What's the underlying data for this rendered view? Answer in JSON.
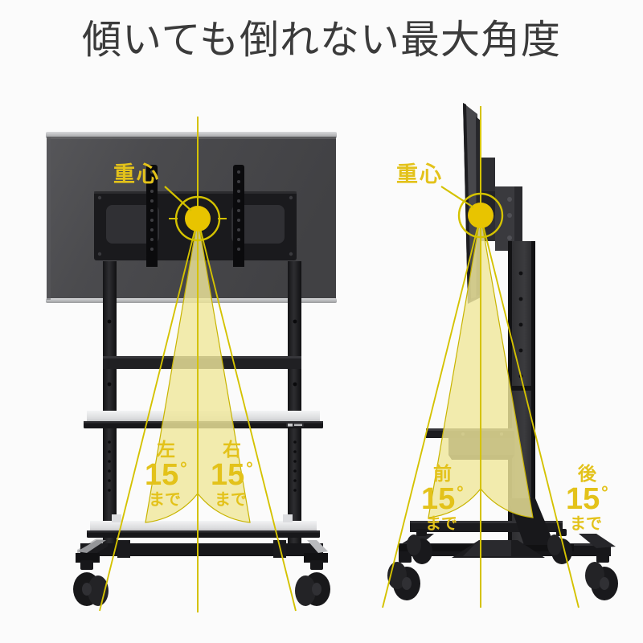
{
  "page": {
    "title": "傾いても倒れない最大角度",
    "background_color": "#fbfbfb",
    "title_color": "#3b3b3b"
  },
  "colors": {
    "accent_yellow": "#e3c21a",
    "cone_fill": "#efe79b",
    "line_yellow": "#d4c200",
    "tv_back": "#4a4a4c",
    "frame_black": "#1c1c1e",
    "shelf_light": "#e9eaec",
    "caster_black": "#18181a"
  },
  "front_view": {
    "name": "front-elevation",
    "center_of_gravity_label": "重心",
    "tilt_left": {
      "direction": "左",
      "angle": "15",
      "degree_symbol": "°",
      "suffix": "まで"
    },
    "tilt_right": {
      "direction": "右",
      "angle": "15",
      "degree_symbol": "°",
      "suffix": "まで"
    }
  },
  "side_view": {
    "name": "side-elevation",
    "center_of_gravity_label": "重心",
    "tilt_front": {
      "direction": "前",
      "angle": "15",
      "degree_symbol": "°",
      "suffix": "まで"
    },
    "tilt_back": {
      "direction": "後",
      "angle": "15",
      "degree_symbol": "°",
      "suffix": "まで"
    }
  }
}
